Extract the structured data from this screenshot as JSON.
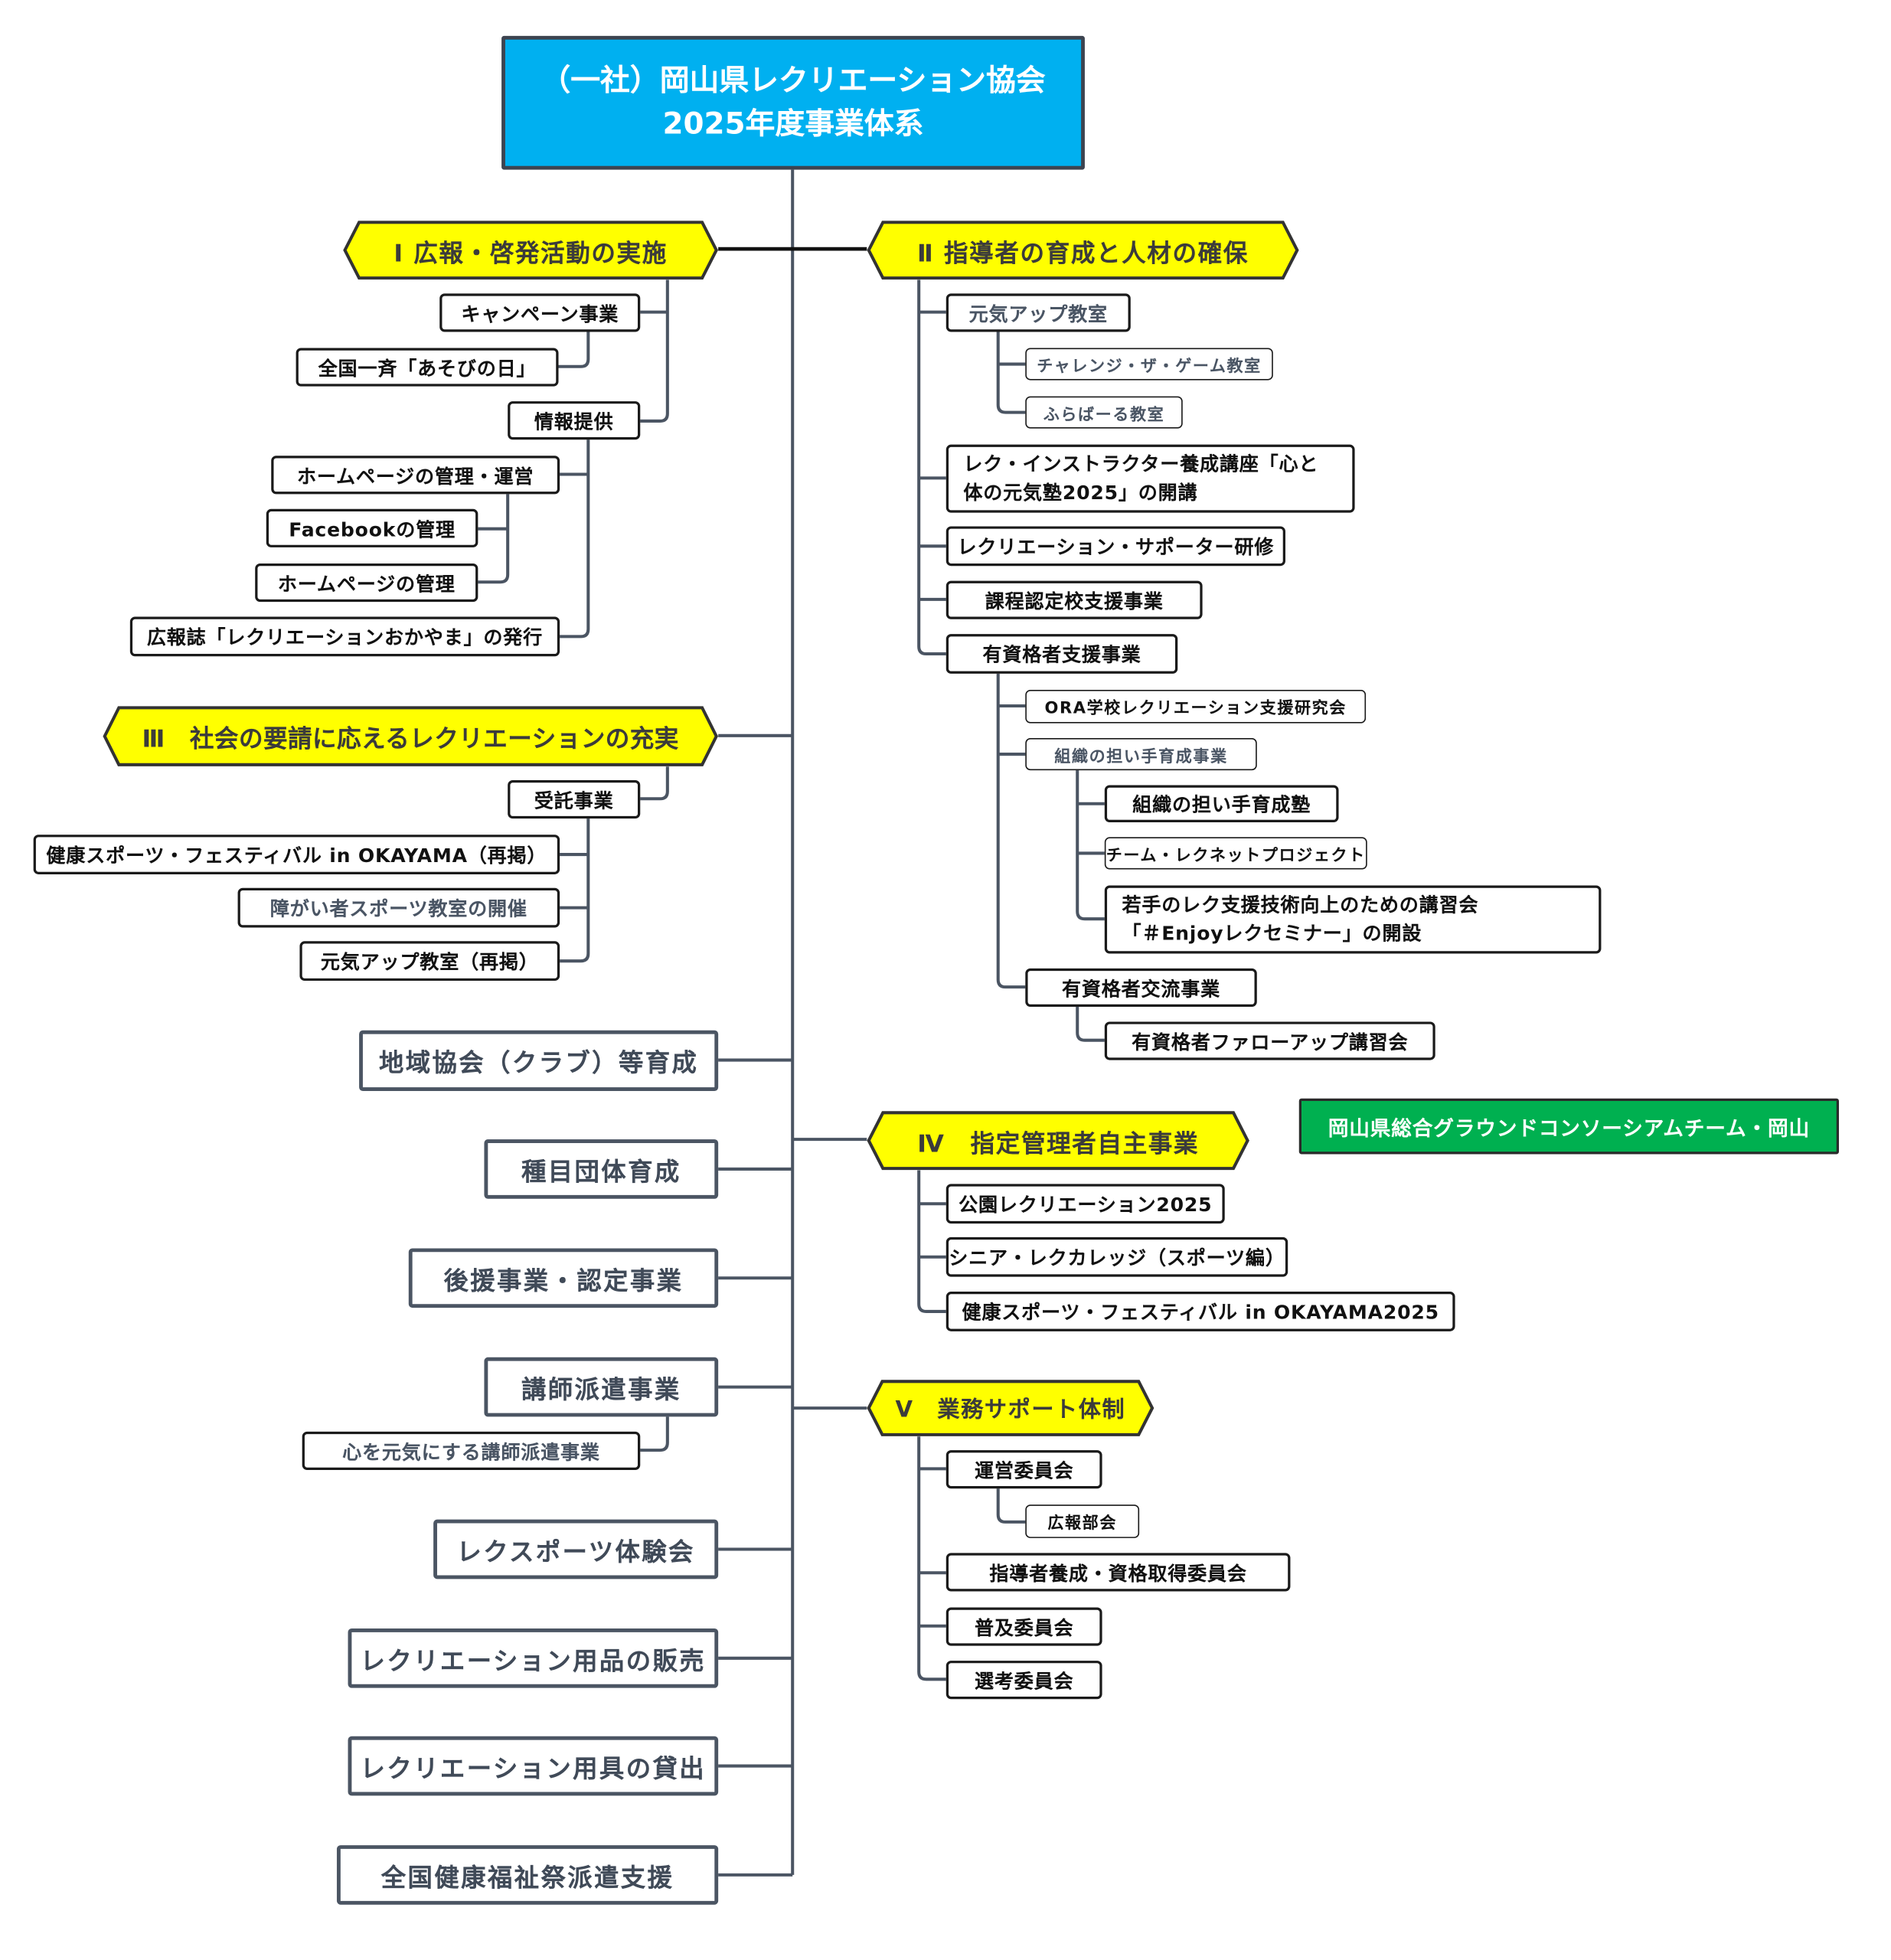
{
  "title": {
    "line1": "（一社）岡山県レクリエーション協会",
    "line2": "2025年度事業体系"
  },
  "section1": {
    "label": "Ⅰ 広報・啓発活動の実施",
    "items": [
      {
        "label": "キャンペーン事業",
        "children": [
          {
            "label": "全国一斉「あそびの日」"
          }
        ]
      },
      {
        "label": "情報提供",
        "children": [
          {
            "label": "ホームページの管理・運営",
            "children": [
              {
                "label": "Facebookの管理"
              },
              {
                "label": "ホームページの管理"
              }
            ]
          },
          {
            "label": "広報誌「レクリエーションおかやま」の発行"
          }
        ]
      }
    ]
  },
  "section2": {
    "label": "Ⅱ 指導者の育成と人材の確保",
    "items": [
      {
        "label": "元気アップ教室",
        "children": [
          {
            "label": "チャレンジ・ザ・ゲーム教室"
          },
          {
            "label": "ふらばーる教室"
          }
        ]
      },
      {
        "lines": [
          "レク・インストラクター養成講座「心と",
          "体の元気塾2025」の開講"
        ]
      },
      {
        "label": "レクリエーション・サポーター研修"
      },
      {
        "label": "課程認定校支援事業"
      },
      {
        "label": "有資格者支援事業",
        "children": [
          {
            "label": "ORA学校レクリエーション支援研究会"
          },
          {
            "label": "組織の担い手育成事業",
            "children": [
              {
                "label": "組織の担い手育成塾"
              },
              {
                "label": "チーム・レクネットプロジェクト"
              },
              {
                "lines": [
                  "若手のレク支援技術向上のための講習会",
                  "「＃Enjoyレクセミナー」の開設"
                ]
              }
            ]
          },
          {
            "label": "有資格者交流事業",
            "children": [
              {
                "label": "有資格者ファローアップ講習会"
              }
            ]
          }
        ]
      }
    ]
  },
  "section3": {
    "label": "Ⅲ　社会の要請に応えるレクリエーションの充実",
    "items": [
      {
        "label": "受託事業",
        "children": [
          {
            "label": "健康スポーツ・フェスティバル in OKAYAMA（再掲）"
          },
          {
            "label": "障がい者スポーツ教室の開催"
          },
          {
            "label": "元気アップ教室（再掲）"
          }
        ]
      }
    ]
  },
  "other_programs": [
    {
      "label": "地域協会（クラブ）等育成"
    },
    {
      "label": "種目団体育成"
    },
    {
      "label": "後援事業・認定事業"
    },
    {
      "label": "講師派遣事業",
      "children": [
        {
          "label": "心を元気にする講師派遣事業"
        }
      ]
    },
    {
      "label": "レクスポーツ体験会"
    },
    {
      "label": "レクリエーション用品の販売"
    },
    {
      "label": "レクリエーション用具の貸出"
    },
    {
      "label": "全国健康福祉祭派遣支援"
    }
  ],
  "section4": {
    "label": "Ⅳ　指定管理者自主事業",
    "partner": "岡山県総合グラウンドコンソーシアムチーム・岡山",
    "items": [
      {
        "label": "公園レクリエーション2025"
      },
      {
        "label": "シニア・レクカレッジ（スポーツ編）"
      },
      {
        "label": "健康スポーツ・フェスティバル in OKAYAMA2025"
      }
    ]
  },
  "section5": {
    "label": "Ⅴ　業務サポート体制",
    "items": [
      {
        "label": "運営委員会",
        "children": [
          {
            "label": "広報部会"
          }
        ]
      },
      {
        "label": "指導者養成・資格取得委員会"
      },
      {
        "label": "普及委員会"
      },
      {
        "label": "選考委員会"
      }
    ]
  },
  "colors": {
    "title_fill": "#00B0F0",
    "section_fill": "#FFFF00",
    "partner_fill": "#00B050",
    "connector": "#4B5563"
  }
}
